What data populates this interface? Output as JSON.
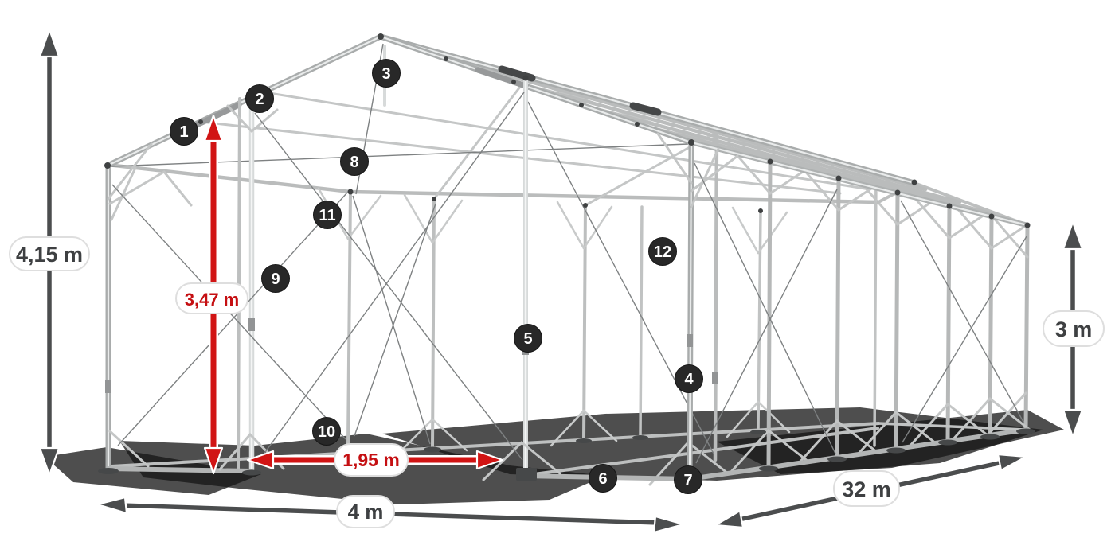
{
  "figure": {
    "description": "Wireframe product illustration of a steel-frame storage tent (gabled shelter skeleton) with twelve numbered component markers and dimension arrows",
    "background": "#ffffff"
  },
  "badges": [
    "1",
    "2",
    "3",
    "4",
    "5",
    "6",
    "7",
    "8",
    "9",
    "10",
    "11",
    "12"
  ],
  "dimensions": {
    "total_height": "4,15 m",
    "clearance_height": "3,47 m",
    "side_height": "3 m",
    "entry_width": "1,95 m",
    "gable_width": "4 m",
    "length": "32 m"
  },
  "colors": {
    "accent_red": "#d11414",
    "dimension_gray": "#4b4d4e",
    "badge_background": "#282828",
    "badge_text": "#ffffff",
    "tube_gray": "#b3b5b5"
  }
}
